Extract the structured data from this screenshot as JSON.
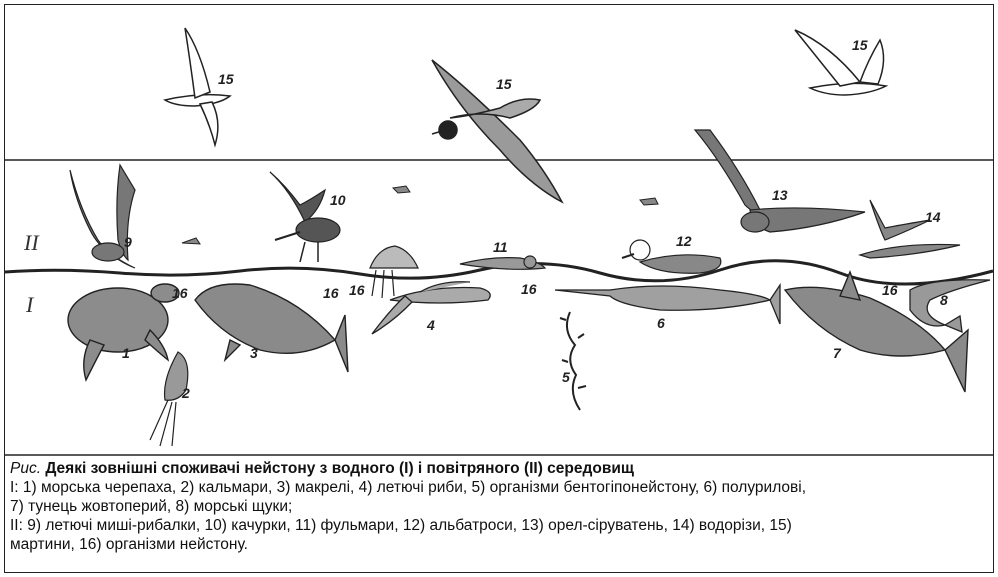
{
  "zones": {
    "air": "II",
    "water": "I"
  },
  "labels": {
    "n1": "1",
    "n2": "2",
    "n3": "3",
    "n4": "4",
    "n5": "5",
    "n6": "6",
    "n7": "7",
    "n8": "8",
    "n9": "9",
    "n10": "10",
    "n11": "11",
    "n12": "12",
    "n13": "13",
    "n14": "14",
    "n15": "15",
    "n16": "16"
  },
  "caption": {
    "prefix": "Рис.",
    "title": "Деякі зовнішні споживачі нейстону з водного (I) і повітряного (II) середовищ",
    "line1": "I: 1) морська черепаха, 2) кальмари, 3) макрелі, 4) летючі риби, 5) організми бентогіпонейстону, 6) полурилові,",
    "line2": "7) тунець жовтоперий, 8) морські щуки;",
    "line3": "II: 9) летючі миші-рибалки, 10) качурки, 11) фульмари, 12) альбатроси, 13) орел-сіруватень, 14) водорізи, 15)",
    "line4": "мартини, 16) організми нейстону."
  }
}
